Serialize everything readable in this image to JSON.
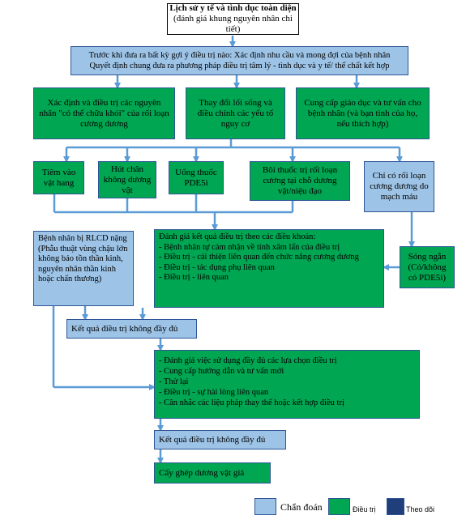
{
  "colors": {
    "diagnosis": "#9dc3e6",
    "treatment": "#00a651",
    "followup": "#1f3e7a",
    "arrow": "#5b9bd5"
  },
  "title": {
    "line1": "Lịch sử y tế và tình dục toàn diện",
    "line2": "(đánh giá khung nguyên nhân chi tiết)"
  },
  "before": {
    "line1": "Trước khi đưa ra bất kỳ gợi ý điều trị nào: Xác định nhu cầu và mong đợi của bệnh nhân",
    "line2": "Quyết định chung đưa ra phương pháp điều trị tâm lý - tình dục và y tế/ thể chất kết hợp"
  },
  "row1": {
    "left": "Xác định và điều trị các nguyên nhân \"có thể chữa khỏi\" của rối loạn cương dương",
    "middle": "Thay đổi lối sống và điều chỉnh các yếu tố nguy cơ",
    "right": "Cung cấp giáo dục và tư vấn cho bệnh nhân (và bạn tình của họ, nếu thích hợp)"
  },
  "row2": {
    "inject": "Tiêm vào vật hang",
    "vacuum": "Hút chân không dương vật",
    "pde5i": "Uống thuốc PDE5i",
    "topical": "Bôi thuốc trị rối loạn cương tại chỗ dương vật/niệu đạo",
    "vascular": "Chỉ có rối loạn cương dương do mạch máu"
  },
  "severe": "Bệnh nhân bị RLCD nặng (Phẫu thuật vùng chậu lớn không bảo tồn thần kinh, nguyên nhân thần kinh hoặc chấn thương)",
  "evaluate": {
    "title": "Đánh giá kết quả điều trị theo các điều khoản:",
    "items": [
      "- Bệnh nhân tự cảm nhận về tính xâm lấn của điều trị",
      "- Điều trị - cải thiện liên quan đến chức năng cương dương",
      "- Điều trị - tác dụng phụ liên quan",
      "- Điều trị - liên quan"
    ]
  },
  "shockwave": "Sóng ngắn (Có/không có PDE5i)",
  "inadequate1": "Kết quả điều trị không đầy đủ",
  "review": {
    "items": [
      "- Đánh giá việc sử dụng đầy đủ các lựa chọn điều trị",
      "- Cung cấp hướng dẫn và tư vấn mới",
      "- Thử lại",
      "- Điều trị - sự hài lòng liên quan",
      "- Cân nhắc các liệu pháp thay thế hoặc kết hợp điều trị"
    ]
  },
  "inadequate2": "Kết quả điều trị không đầy đủ",
  "implant": "Cấy ghép dương vật giả",
  "legend": {
    "diagnosis": "Chẩn đoán",
    "treatment": "Điều trị",
    "followup": "Theo dõi"
  }
}
